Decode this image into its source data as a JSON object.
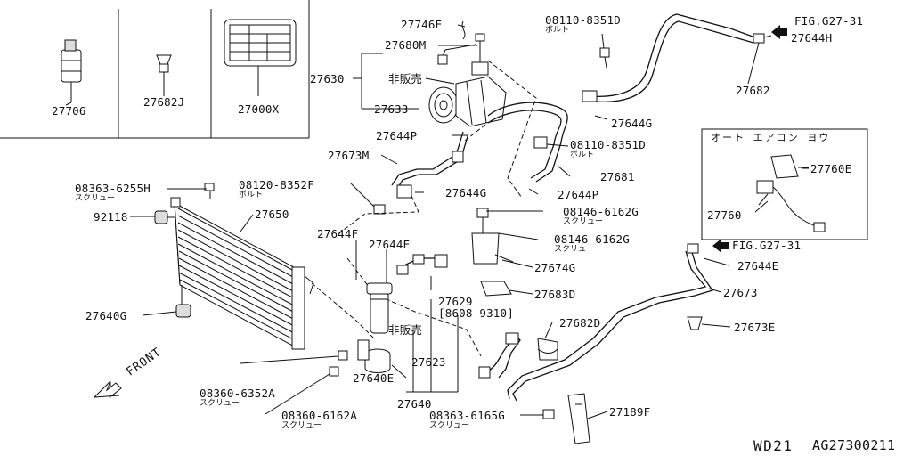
{
  "diagram": {
    "page_code": "WD21",
    "drawing_number": "AG27300211",
    "front_label": "FRONT",
    "auto_aircon_title": "オート エアコン ヨウ"
  },
  "parts": {
    "p27706": "27706",
    "p27682J": "27682J",
    "p27000X": "27000X",
    "p27746E": "27746E",
    "p27680M": "27680M",
    "p27630": "27630",
    "hanbai1": "非販売",
    "p27633": "27633",
    "bolt1": "08110-8351D",
    "bolt1_sub": "ボルト",
    "fig_top": "FIG.G27-31",
    "p27644H": "27644H",
    "p27682": "27682",
    "p27644G_top": "27644G",
    "p27644P_a": "27644P",
    "bolt2": "08110-8351D",
    "bolt2_sub": "ボルト",
    "p27673M": "27673M",
    "p27681": "27681",
    "screw1": "08363-6255H",
    "screw1_sub": "スクリュー",
    "bolt3": "08120-8352F",
    "bolt3_sub": "ボルト",
    "p27644G_mid": "27644G",
    "p27644P_b": "27644P",
    "p92118": "92118",
    "p27650": "27650",
    "screw2": "08146-6162G",
    "screw2_sub": "スクリュー",
    "p27760E": "27760E",
    "p27760": "27760",
    "p27644F": "27644F",
    "p27644E_a": "27644E",
    "screw3": "08146-6162G",
    "screw3_sub": "スクリュー",
    "fig_right": "FIG.G27-31",
    "p27644E_b": "27644E",
    "p27674G": "27674G",
    "p27629": "27629",
    "p27629_range": "[8608-9310]",
    "p27683D": "27683D",
    "p27673": "27673",
    "p27640G": "27640G",
    "hanbai2": "非販売",
    "p27682D": "27682D",
    "p27673E": "27673E",
    "p27623": "27623",
    "screw4": "08360-6352A",
    "screw4_sub": "スクリュー",
    "p27640E": "27640E",
    "p27640": "27640",
    "screw5": "08360-6162A",
    "screw5_sub": "スクリュー",
    "screw6": "08363-6165G",
    "screw6_sub": "スクリュー",
    "p27189F": "27189F"
  }
}
